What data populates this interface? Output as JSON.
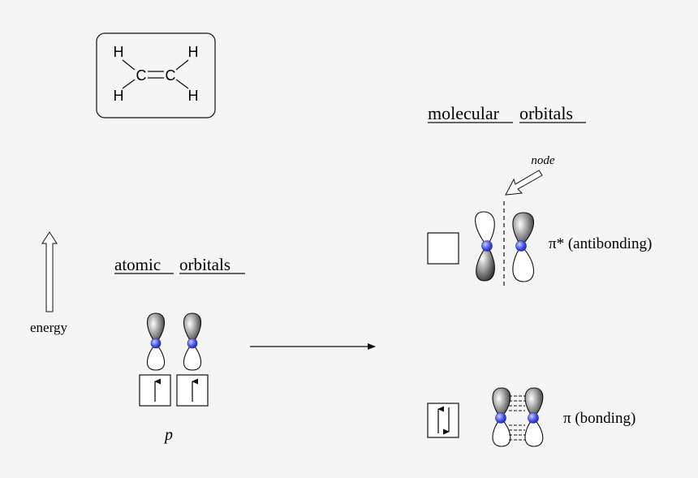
{
  "molecule": {
    "atoms": {
      "h_top_left": "H",
      "h_top_right": "H",
      "h_bottom_left": "H",
      "h_bottom_right": "H",
      "c_left": "C",
      "c_right": "C"
    }
  },
  "labels": {
    "energy": "energy",
    "atomic_word1": "atomic",
    "atomic_word2": "orbitals",
    "molecular_word1": "molecular",
    "molecular_word2": "orbitals",
    "node": "node",
    "p_label": "p",
    "antibonding": "π* (antibonding)",
    "bonding": "π (bonding)"
  },
  "colors": {
    "background": "#f5f5f5",
    "nucleus": "#4a55e8",
    "lobe_dark": "#555555",
    "line": "#111111"
  }
}
